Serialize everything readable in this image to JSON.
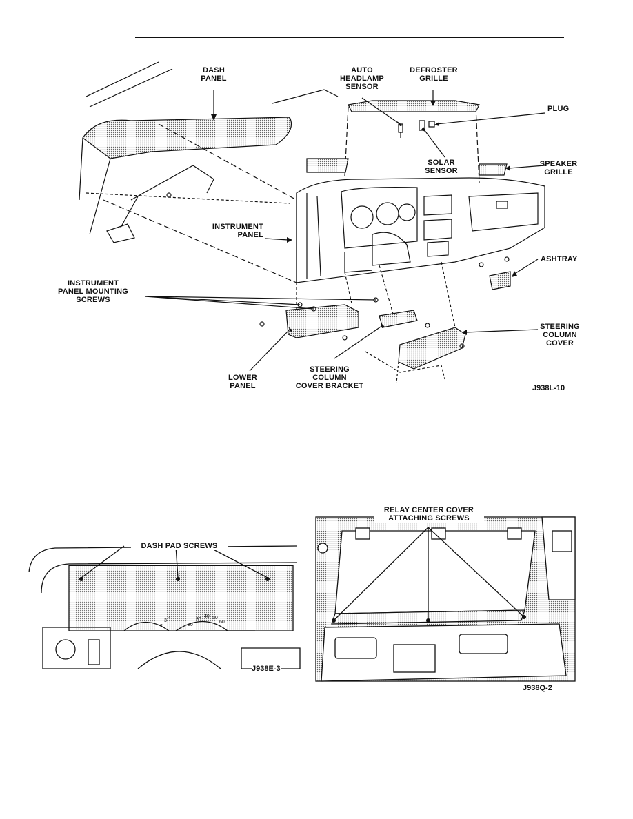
{
  "figure1": {
    "code": "J938L-10",
    "labels": {
      "dash_panel": "DASH\nPANEL",
      "auto_headlamp_sensor": "AUTO\nHEADLAMP\nSENSOR",
      "defroster_grille": "DEFROSTER\nGRILLE",
      "plug": "PLUG",
      "solar_sensor": "SOLAR\nSENSOR",
      "speaker_grille": "SPEAKER\nGRILLE",
      "instrument_panel": "INSTRUMENT\nPANEL",
      "ashtray": "ASHTRAY",
      "instrument_panel_mounting_screws": "INSTRUMENT\nPANEL MOUNTING\nSCREWS",
      "steering_column_cover": "STEERING\nCOLUMN\nCOVER",
      "lower_panel": "LOWER\nPANEL",
      "steering_column_cover_bracket": "STEERING\nCOLUMN\nCOVER BRACKET"
    }
  },
  "figure2": {
    "code": "J938E-3",
    "labels": {
      "dash_pad_screws": "DASH PAD SCREWS"
    }
  },
  "figure3": {
    "code": "J938Q-2",
    "labels": {
      "relay_center_cover_attaching_screws": "RELAY CENTER COVER\nATTACHING SCREWS"
    }
  },
  "colors": {
    "ink": "#111111",
    "shade": "#d6d6d6",
    "paper": "#ffffff"
  }
}
